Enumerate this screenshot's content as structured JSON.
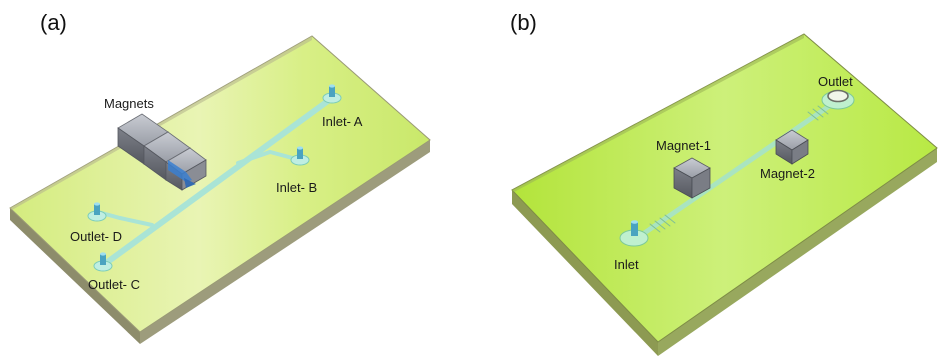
{
  "panels": {
    "a": {
      "letter": "(a)",
      "labels": {
        "magnets": "Magnets",
        "inlet_a": "Inlet- A",
        "inlet_b": "Inlet- B",
        "outlet_d": "Outlet- D",
        "outlet_c": "Outlet- C"
      }
    },
    "b": {
      "letter": "(b)",
      "labels": {
        "outlet": "Outlet",
        "magnet_1": "Magnet-1",
        "magnet_2": "Magnet-2",
        "inlet": "Inlet"
      }
    }
  },
  "colors": {
    "chip_surface": "#d8f08a",
    "chip_surface_bright": "#b8ea36",
    "chip_edge": "#8b8a6a",
    "channel": "#a9e4d6",
    "port": "#5fb6d0",
    "magnet_gray": "#8e9198",
    "arrow_blue": "#3a7fd0"
  }
}
